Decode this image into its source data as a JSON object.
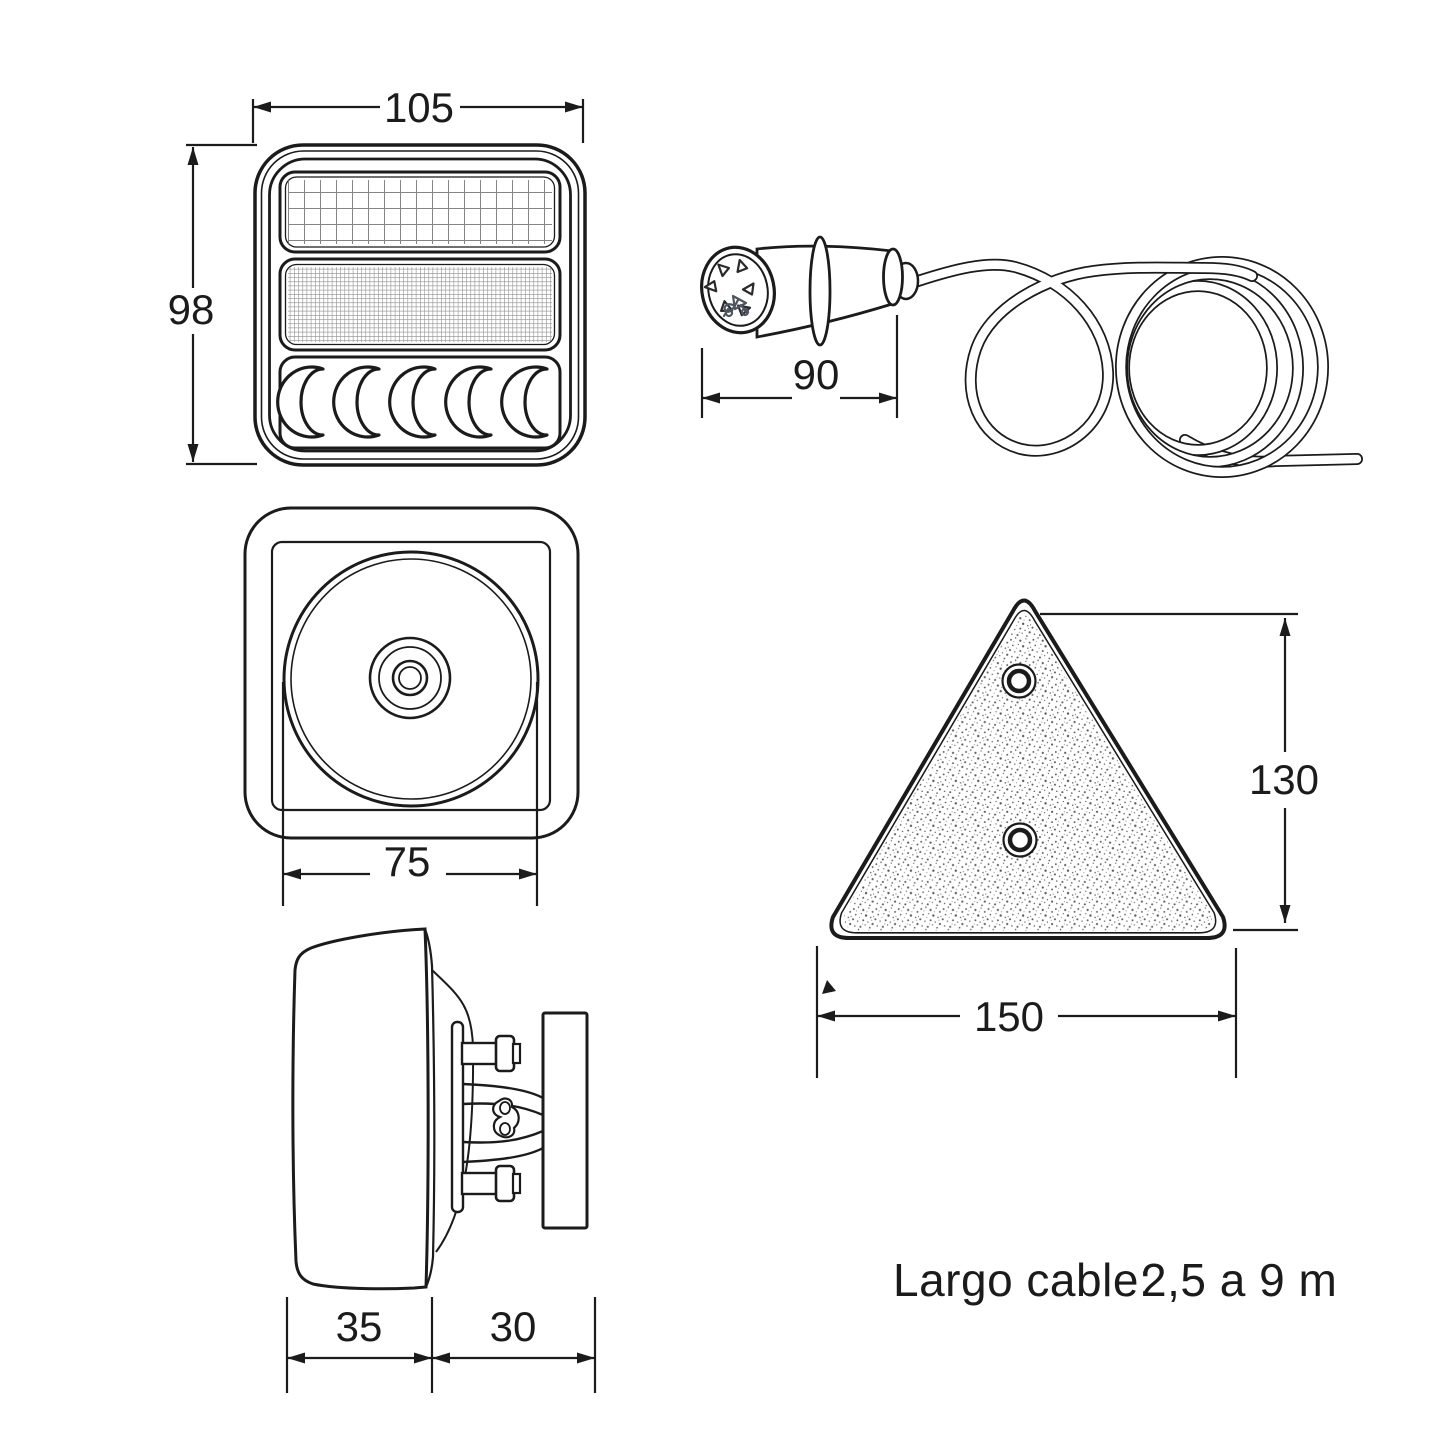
{
  "colors": {
    "line": "#1b1b1b",
    "background": "#ffffff",
    "pin_scribble": "#4d5560"
  },
  "views": {
    "front": {
      "title": "front-view-of-lamp",
      "width": "105",
      "height": "98"
    },
    "plug": {
      "title": "7-pin-plug-with-coiled-cable",
      "length": "90"
    },
    "back": {
      "title": "back-view-of-lamp",
      "lens_diameter": "75"
    },
    "side": {
      "title": "side-view-of-lamp",
      "body_depth": "35",
      "bracket_depth": "30"
    },
    "reflector": {
      "title": "triangle-reflector",
      "height": "130",
      "width": "150"
    }
  },
  "caption": {
    "label": "Largo cable:",
    "value": "2,5 a 9 m"
  }
}
